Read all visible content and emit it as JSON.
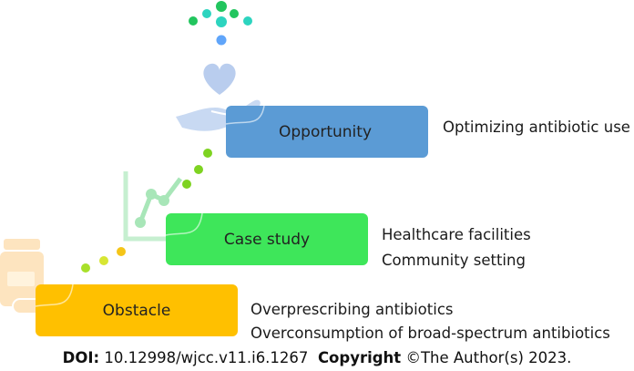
{
  "colors": {
    "opportunity": "#5b9bd5",
    "case_study": "#3ee65a",
    "obstacle": "#ffc000",
    "dots_top": [
      "#22c55e",
      "#2dd4bf",
      "#60a5fa"
    ],
    "dots_mid": "#7ed321",
    "dots_low": "#f5c518"
  },
  "icons": [
    "heart-in-hand-icon",
    "line-chart-icon",
    "pill-bottle-icon"
  ],
  "stages": [
    {
      "label": "Opportunity",
      "descriptions": [
        "Optimizing antibiotic use"
      ]
    },
    {
      "label": "Case study",
      "descriptions": [
        "Healthcare facilities",
        "Community setting"
      ]
    },
    {
      "label": "Obstacle",
      "descriptions": [
        "Overprescribing antibiotics",
        "Overconsumption of broad-spectrum antibiotics"
      ]
    }
  ],
  "footer": {
    "doi_label": "DOI:",
    "doi_value": "10.12998/wjcc.v11.i6.1267",
    "copyright_label": "Copyright",
    "copyright_value": "©The Author(s) 2023."
  }
}
